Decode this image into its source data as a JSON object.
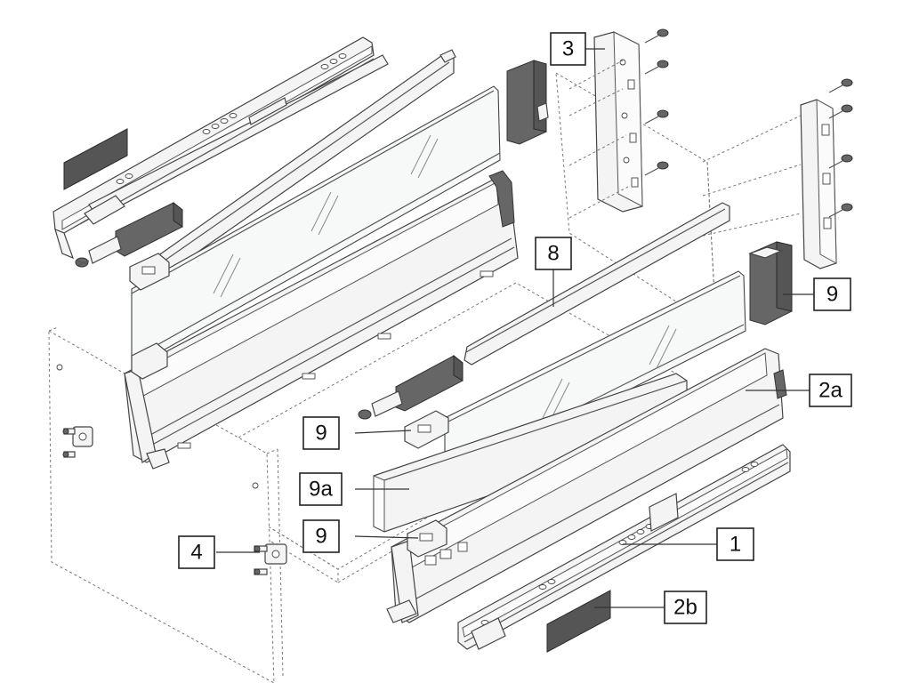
{
  "callouts": {
    "part_3": "3",
    "part_8": "8",
    "part_9_back": "9",
    "part_2a": "2a",
    "part_9_mid": "9",
    "part_9a": "9a",
    "part_9_front": "9",
    "part_4": "4",
    "part_1": "1",
    "part_2b": "2b"
  },
  "colors": {
    "line": "#444444",
    "dark_part": "#666666",
    "background": "#ffffff"
  }
}
